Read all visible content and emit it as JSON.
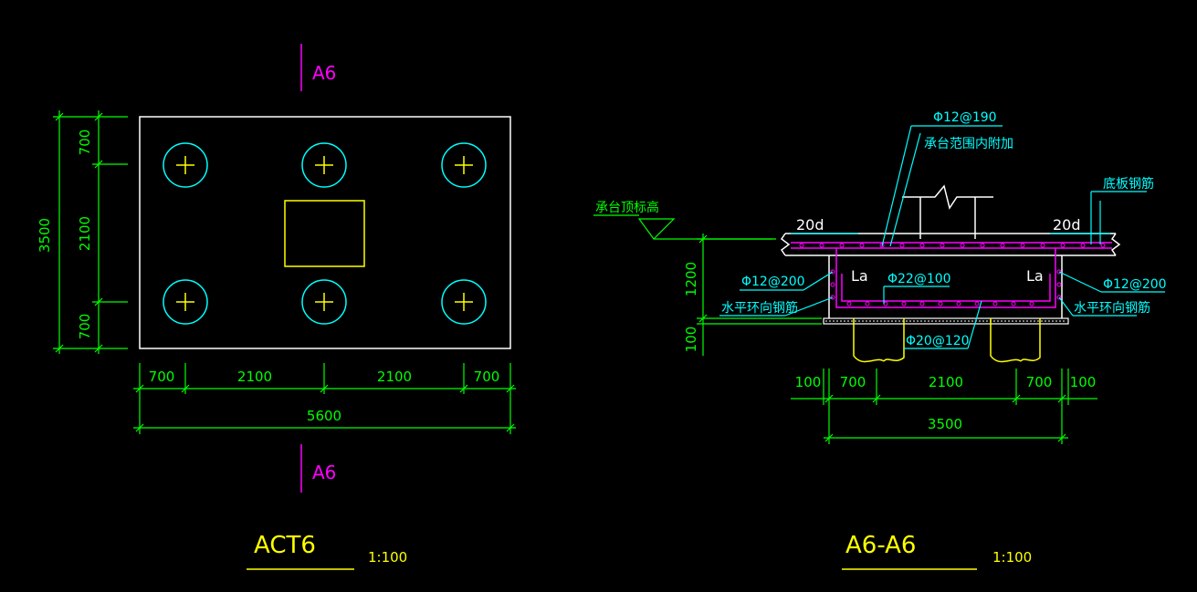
{
  "colors": {
    "background": "#000000",
    "dimension": "#00ff00",
    "section": "#ff00ff",
    "title": "#ffff00",
    "pile": "#00ffff",
    "outline": "#ffffff"
  },
  "plan": {
    "section_mark_top": "A6",
    "section_mark_bottom": "A6",
    "left_dims": [
      "700",
      "2100",
      "700"
    ],
    "left_total": "3500",
    "bottom_dims": [
      "700",
      "2100",
      "2100",
      "700"
    ],
    "bottom_total": "5600",
    "title": "ACT6",
    "scale": "1:100"
  },
  "section": {
    "rebar_top_label": "Φ12@190",
    "rebar_top_note": "承台范围内附加",
    "top_elevation_label": "承台顶标高",
    "bottom_plate_label": "底板钢筋",
    "anchor_left": "20d",
    "anchor_right": "20d",
    "la_left": "La",
    "la_right": "La",
    "side_left_rebar": "Φ12@200",
    "side_right_rebar": "Φ12@200",
    "main_rebar": "Φ22@100",
    "bottom_rebar": "Φ20@120",
    "horiz_left": "水平环向钢筋",
    "horiz_right": "水平环向钢筋",
    "height_dim": "1200",
    "cover_dim": "100",
    "bottom_dims": [
      "100",
      "700",
      "2100",
      "700",
      "100"
    ],
    "bottom_total": "3500",
    "title": "A6-A6",
    "scale": "1:100"
  }
}
